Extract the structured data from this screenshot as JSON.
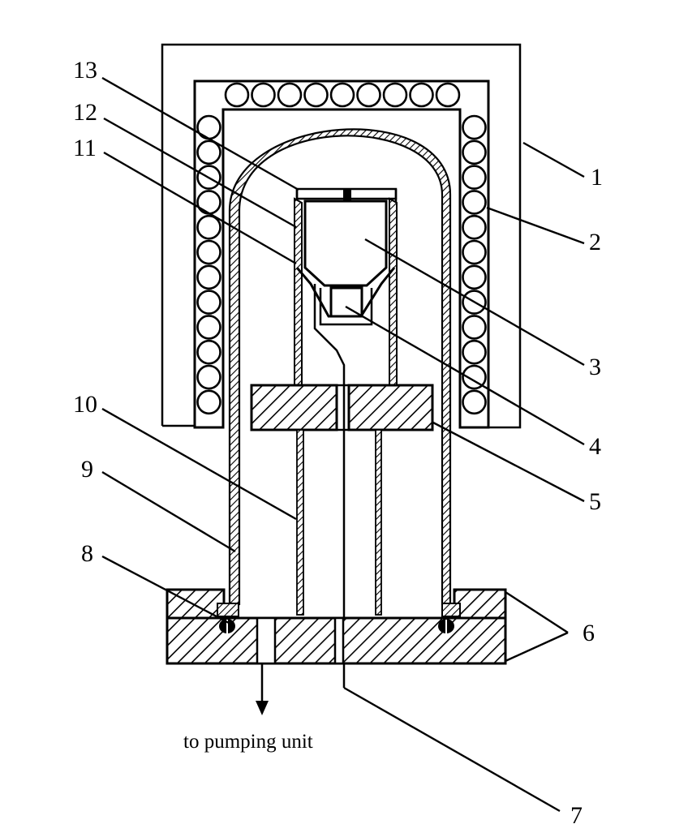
{
  "labels": {
    "l1": "1",
    "l2": "2",
    "l3": "3",
    "l4": "4",
    "l5": "5",
    "l6": "6",
    "l7": "7",
    "l8": "8",
    "l9": "9",
    "l10": "10",
    "l11": "11",
    "l12": "12",
    "l13": "13"
  },
  "caption": "to pumping unit",
  "colors": {
    "ink": "#000000",
    "paper": "#ffffff"
  }
}
